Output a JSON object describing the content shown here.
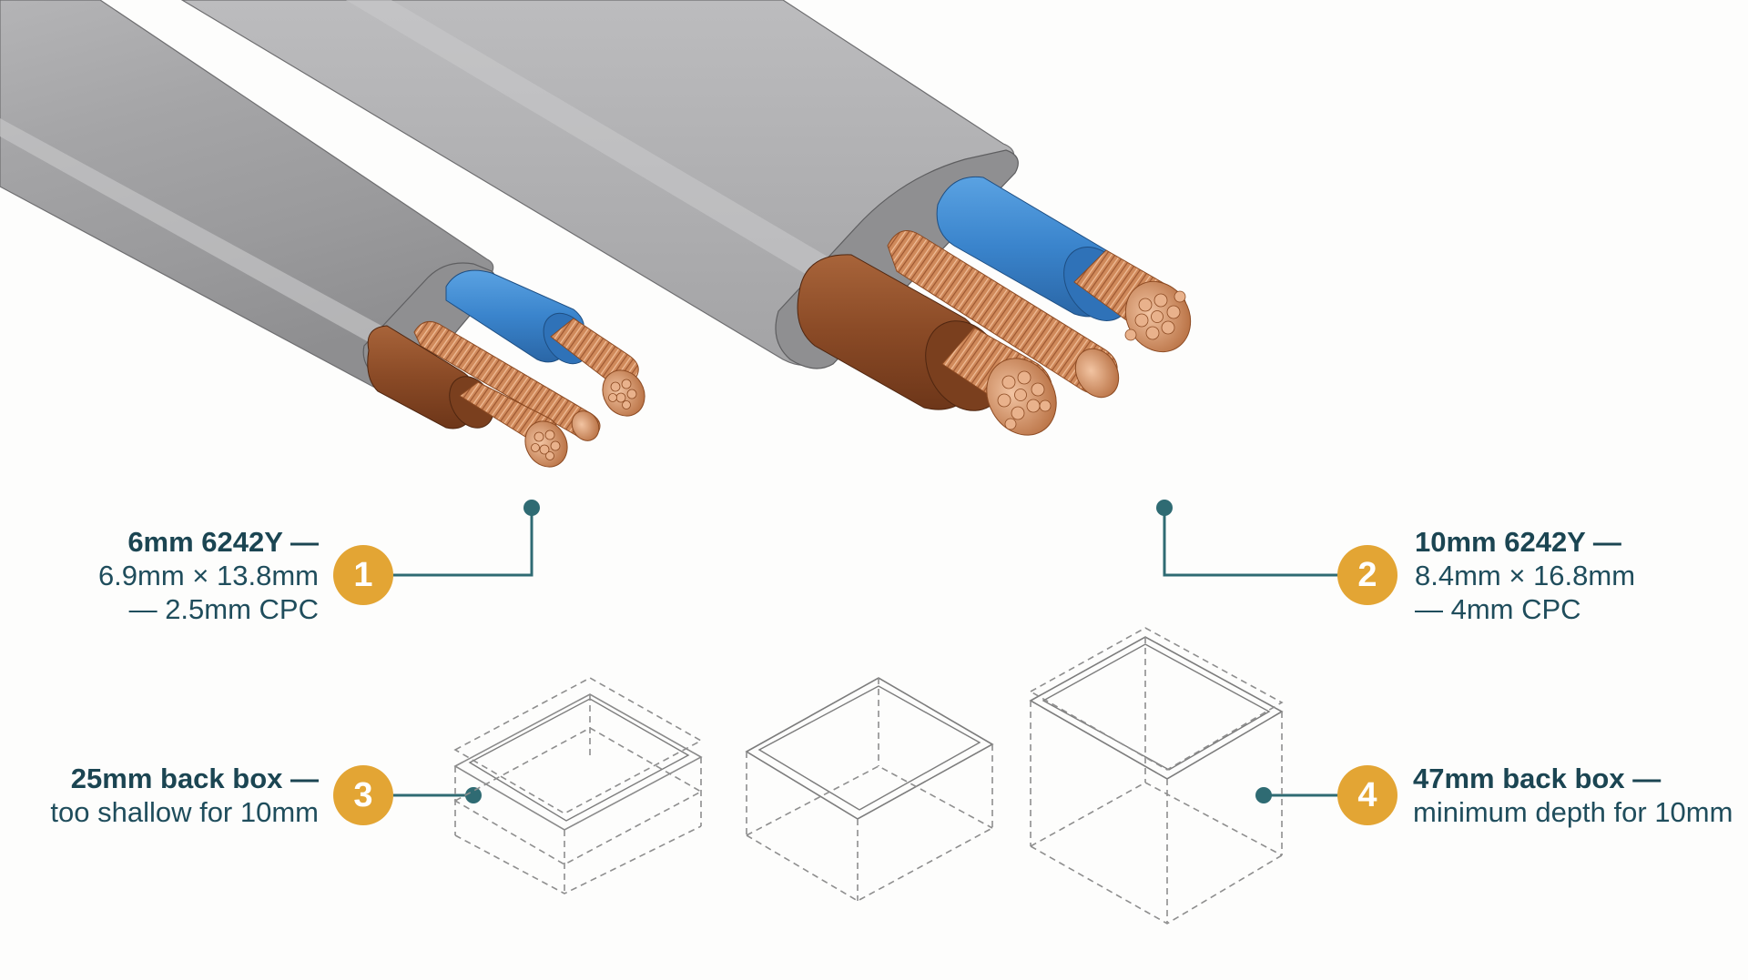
{
  "callouts": [
    {
      "number": "1",
      "title": "6mm 6242Y —",
      "lines": [
        "6.9mm × 13.8mm",
        "— 2.5mm CPC"
      ]
    },
    {
      "number": "2",
      "title": "10mm 6242Y —",
      "lines": [
        "8.4mm × 16.8mm",
        "— 4mm CPC"
      ]
    },
    {
      "number": "3",
      "title": "25mm back box —",
      "lines": [
        "too shallow for 10mm"
      ]
    },
    {
      "number": "4",
      "title": "47mm back box —",
      "lines": [
        "minimum depth for 10mm"
      ]
    }
  ],
  "colors": {
    "sheath": "#a4a4a6",
    "brown_insulation": "#8a4a26",
    "blue_insulation": "#3a84cc",
    "copper": "#d08a5b",
    "leader": "#2f6b73",
    "badge": "#e3a534",
    "text": "#1f4d5c"
  }
}
